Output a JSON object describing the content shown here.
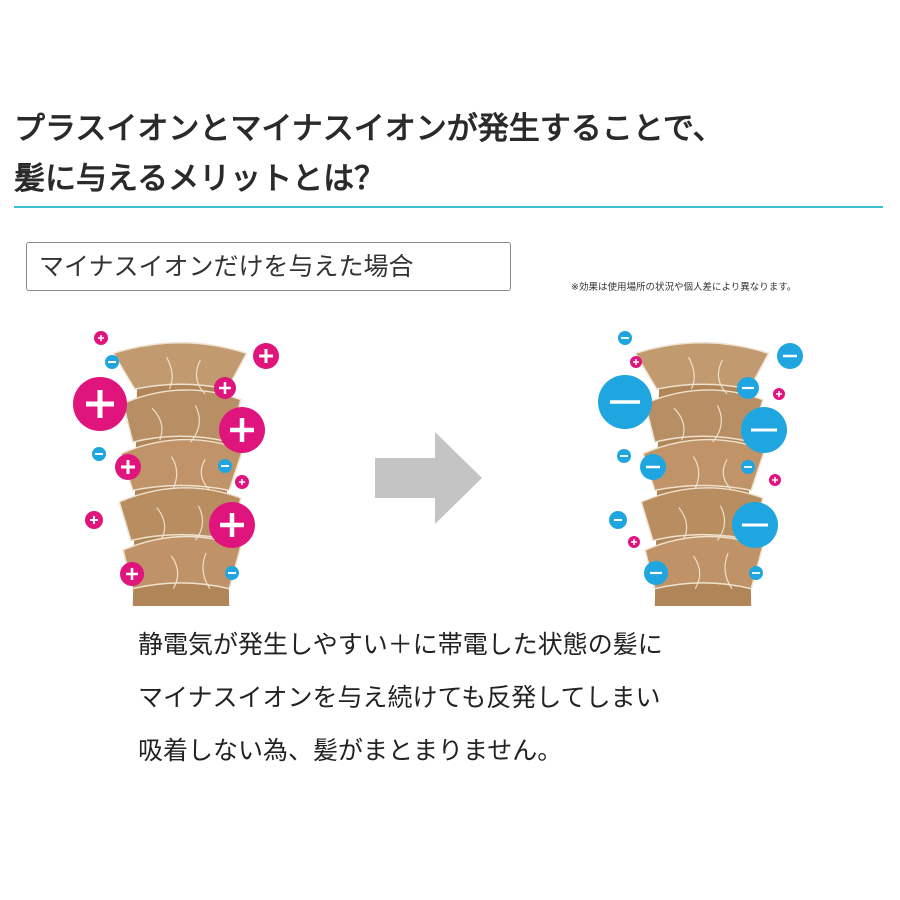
{
  "header": {
    "title_line1": "プラスイオンとマイナスイオンが発生することで、",
    "title_line2": "髪に与えるメリットとは？",
    "accent_color": "#3bbfd3"
  },
  "case_label": "マイナスイオンだけを与えた場合",
  "note": "※効果は使用場所の状況や個人差により異なります。",
  "diagram": {
    "hair_color": "#b8926a",
    "plus_color": "#e0147d",
    "minus_color": "#1fa6e0",
    "arrow_color": "#c4c4c4",
    "plus_symbol": "+",
    "minus_symbol": "−",
    "left_icon": "hair-shaft-with-plus-ions-icon",
    "right_icon": "hair-shaft-with-minus-ions-icon",
    "arrow_icon": "right-arrow-icon"
  },
  "description": {
    "line1": "静電気が発生しやすい＋に帯電した状態の髪に",
    "line2": "マイナスイオンを与え続けても反発してしまい",
    "line3": "吸着しない為、髪がまとまりません。"
  }
}
